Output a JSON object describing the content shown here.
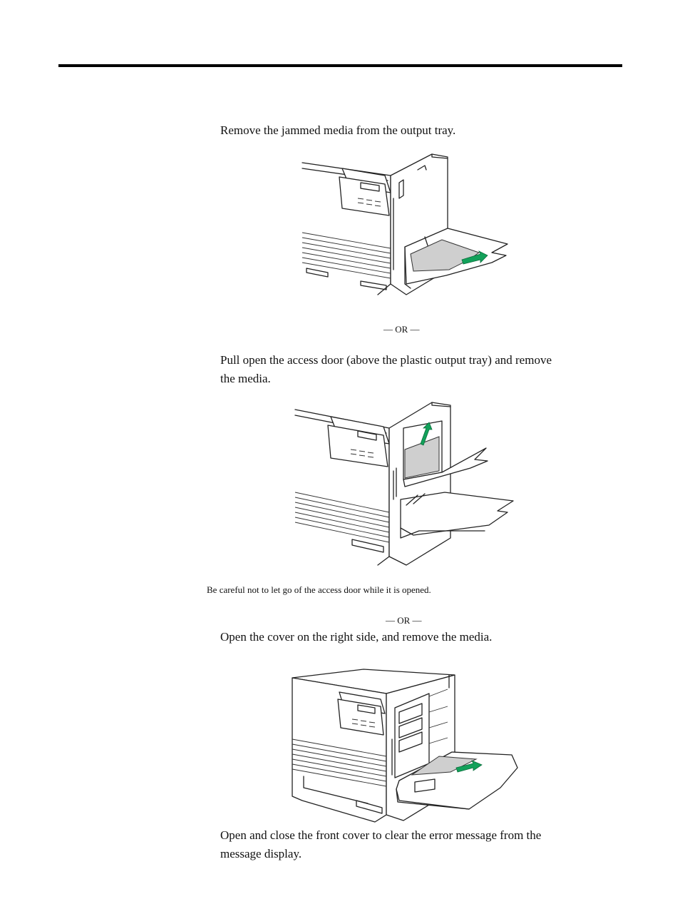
{
  "steps": {
    "step_a": "Remove the jammed media from the output tray.",
    "step_b_line1": "Pull open the access door (above the plastic output tray) and remove",
    "step_b_line2": "the media.",
    "step_c": "Open the cover on the right side, and remove the media.",
    "step_d_line1": "Open and close the front cover to clear the error message from the",
    "step_d_line2": "message display."
  },
  "separators": {
    "or_1": "— OR —",
    "or_2": "— OR —"
  },
  "caution": "Be careful not to let go of the access door while it is opened.",
  "figures": {
    "fig1_icon": "printer-output-tray-jam-icon",
    "fig2_icon": "printer-access-door-open-icon",
    "fig3_icon": "printer-right-cover-open-icon"
  },
  "colors": {
    "arrow": "#12a15a",
    "rule": "#000000",
    "paper": "#cfcfcf"
  }
}
